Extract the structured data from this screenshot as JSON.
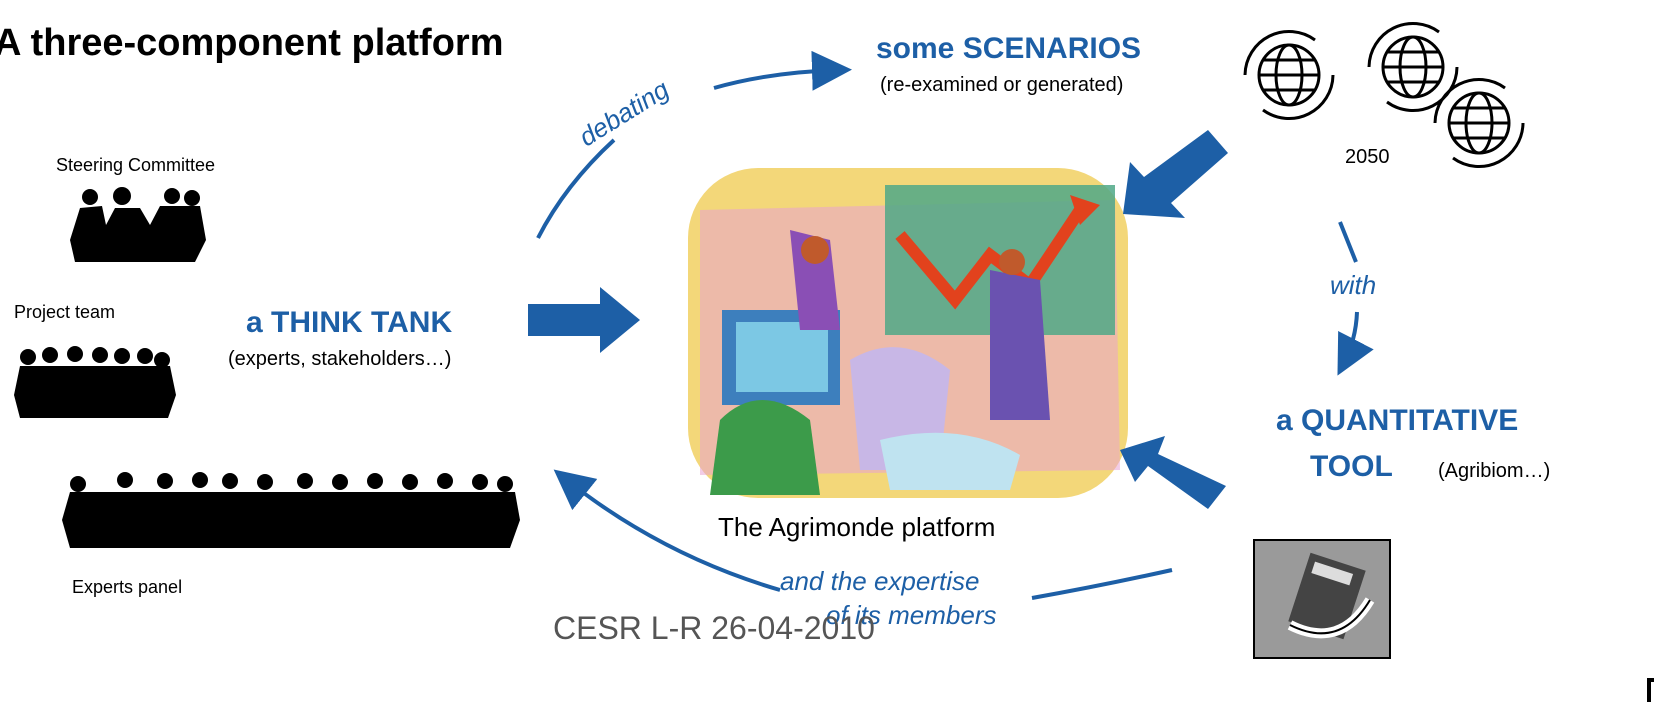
{
  "title": "A three-component platform",
  "scenarios": {
    "heading": "some SCENARIOS",
    "sub": "(re-examined or generated)"
  },
  "think_tank": {
    "heading": "a THINK TANK",
    "sub": "(experts, stakeholders…)"
  },
  "tool": {
    "heading_line1": "a QUANTITATIVE",
    "heading_line2": "TOOL",
    "sub": "(Agribiom…)"
  },
  "groups": {
    "steering": "Steering Committee",
    "project": "Project team",
    "experts": "Experts panel"
  },
  "connectors": {
    "debating": "debating",
    "with": "with",
    "expertise_line1": "and the expertise",
    "expertise_line2": "of its members"
  },
  "center_caption": "The Agrimonde platform",
  "globe_year": "2050",
  "footer": "CESR L-R 26-04-2010",
  "colors": {
    "accent": "#1d5fa6"
  }
}
